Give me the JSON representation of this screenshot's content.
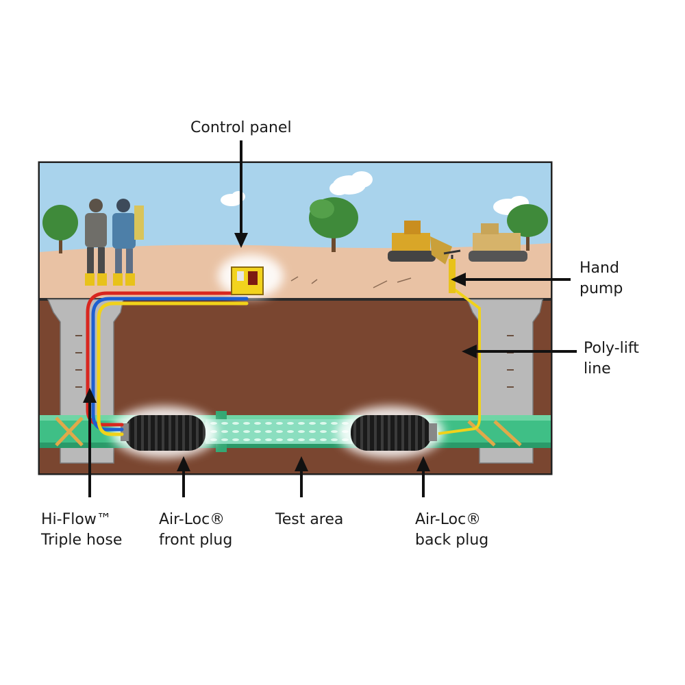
{
  "labels": {
    "control_panel": "Control panel",
    "hand_pump": [
      "Hand",
      "pump"
    ],
    "poly_lift_line": [
      "Poly-lift",
      "line"
    ],
    "hi_flow": [
      "Hi-Flow™",
      "Triple hose"
    ],
    "front_plug": [
      "Air-Loc®",
      "front plug"
    ],
    "test_area": "Test area",
    "back_plug": [
      "Air-Loc®",
      "back plug"
    ]
  },
  "colors": {
    "sky": "#a9d3ec",
    "ground_surface": "#e9c2a4",
    "soil": "#7a4630",
    "pipe": "#3fbf86",
    "manhole": "#b9b9b9",
    "plug": "#1d1d1d",
    "hose_red": "#d8261f",
    "hose_blue": "#1d5fd1",
    "hose_yellow": "#f1d21a",
    "control_panel": "#f2d31d",
    "arrow": "#111111"
  },
  "icons": [
    "worker-figure",
    "tree-icon",
    "cloud-icon",
    "excavator-icon",
    "control-panel-box",
    "hand-pump-icon",
    "rubber-plug-icon",
    "arrow-icon"
  ]
}
